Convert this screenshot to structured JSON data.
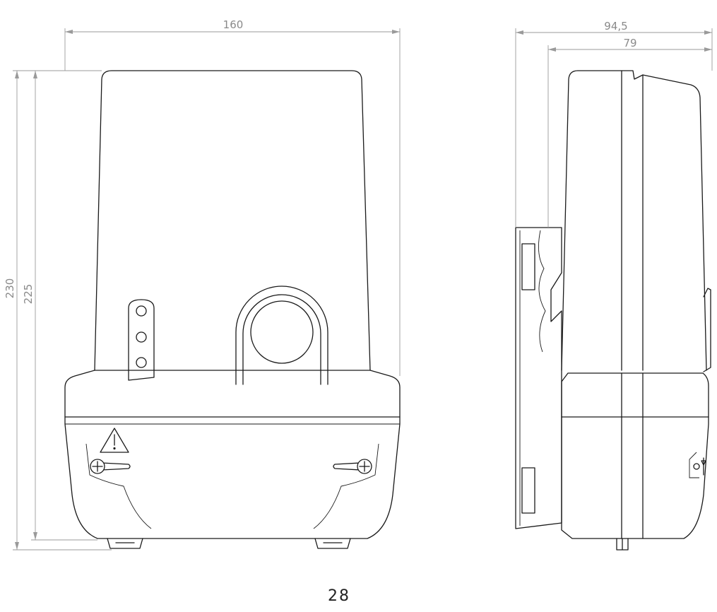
{
  "dimensions": {
    "front_width": "160",
    "front_height_overall": "230",
    "front_height_body": "225",
    "side_depth_overall": "94,5",
    "side_depth_body": "79"
  },
  "page_number": "28",
  "colors": {
    "outline": "#1a1a1a",
    "dimension_lines": "#9a9a9a",
    "page_number": "#222222"
  },
  "icons": {
    "warning": "warning-triangle-icon",
    "screw": "screw-icon"
  }
}
